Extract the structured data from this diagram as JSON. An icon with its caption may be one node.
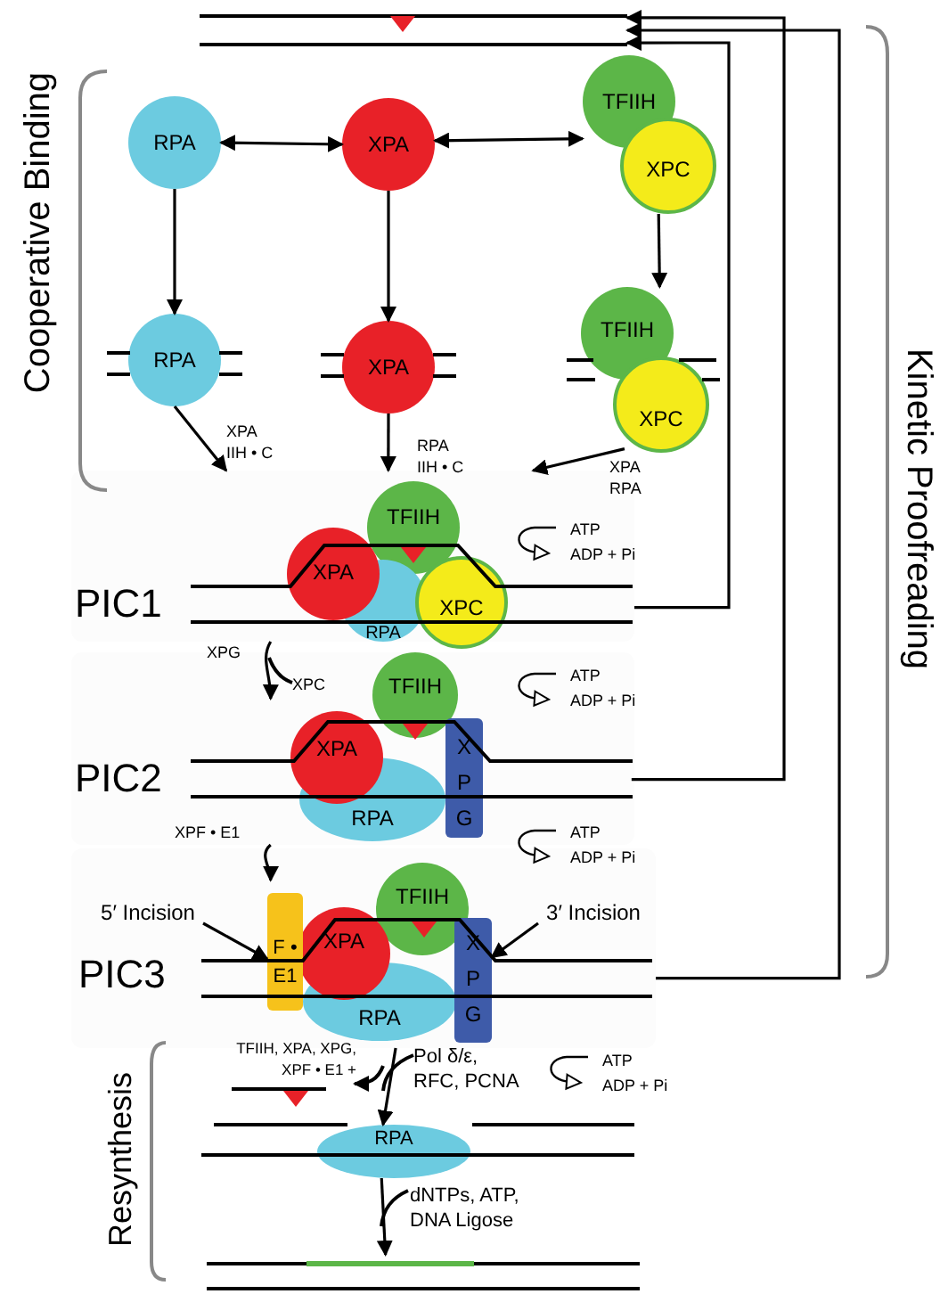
{
  "diagram": {
    "nodes": [
      {
        "text": [],
        "shape": "bar"
      },
      {
        "text": [
          "RPA"
        ]
      },
      {
        "text": [
          "XPA"
        ]
      },
      {
        "text": [
          "TFIIH"
        ]
      },
      {
        "text": [
          "XPC"
        ]
      },
      {
        "text": [
          "RPA"
        ]
      },
      {
        "text": [
          "XPA"
        ]
      },
      {
        "text": [
          "TFIIH"
        ]
      },
      {
        "text": [
          "XPC"
        ]
      },
      {
        "text": [
          "PIC1"
        ]
      },
      {
        "text": [
          "TFIIH"
        ],
        "in": 9
      },
      {
        "text": [
          "XPA"
        ],
        "in": 9
      },
      {
        "text": [
          "XPC"
        ],
        "in": 9
      },
      {
        "text": [
          "RPA"
        ],
        "in": 9
      },
      {
        "text": [
          "PIC2"
        ]
      },
      {
        "text": [
          "TFIIH"
        ],
        "in": 14
      },
      {
        "text": [
          "XPA"
        ],
        "in": 14
      },
      {
        "text": [
          "X P G"
        ],
        "in": 14
      },
      {
        "text": [
          "RPA"
        ],
        "in": 14
      },
      {
        "text": [
          "PIC3"
        ]
      },
      {
        "text": [
          "5′ Incision"
        ],
        "in": 19
      },
      {
        "text": [
          "3′ Incision"
        ],
        "in": 19
      },
      {
        "text": [
          "TFIIH"
        ],
        "in": 19
      },
      {
        "text": [
          "F • E1"
        ],
        "in": 19
      },
      {
        "text": [
          "XPA"
        ],
        "in": 19
      },
      {
        "text": [
          "X P G"
        ],
        "in": 19
      },
      {
        "text": [
          "RPA"
        ],
        "in": 19
      },
      {
        "text": [
          "RPA"
        ]
      },
      {
        "text": [],
        "shape": "bar"
      }
    ],
    "edges": [
      {
        "from": 1,
        "to": 2,
        "arrow": "both"
      },
      {
        "from": 2,
        "to": 3,
        "arrow": "both"
      },
      {
        "from": 1,
        "to": 5,
        "arrow": "to"
      },
      {
        "from": 2,
        "to": 6,
        "arrow": "to"
      },
      {
        "from": 4,
        "to": 7,
        "arrow": "to"
      },
      {
        "from": 5,
        "to": 9,
        "arrow": "to",
        "label": "XPA IIH • C"
      },
      {
        "from": 6,
        "to": 9,
        "arrow": "to",
        "label": "RPA IIH • C"
      },
      {
        "from": 8,
        "to": 9,
        "arrow": "to",
        "label": "XPA RPA"
      },
      {
        "from": 9,
        "to": 14,
        "arrow": "to"
      },
      {
        "from": 14,
        "to": 19,
        "arrow": "to",
        "label": "XPF • E1"
      },
      {
        "from": 20,
        "to": 23,
        "arrow": "to"
      },
      {
        "from": 21,
        "to": 25,
        "arrow": "to"
      },
      {
        "from": 19,
        "to": 27,
        "arrow": "to",
        "label": "Pol δ/ε, RFC, PCNA"
      },
      {
        "from": 27,
        "to": 28,
        "arrow": "to",
        "label": "dNTPs, ATP, DNA Ligose"
      },
      {
        "from": 9,
        "to": 0,
        "arrow": "to"
      },
      {
        "from": 14,
        "to": 0,
        "arrow": "to"
      },
      {
        "from": 19,
        "to": 0,
        "arrow": "to"
      }
    ],
    "labels": [
      "Cooperative Binding",
      "Kinetic Proofreading",
      "ATP",
      "ADP + Pi",
      "XPG",
      "XPC",
      "ATP",
      "ADP + Pi",
      "ATP",
      "ADP + Pi",
      "TFIIH, XPA, XPG, XPF • E1 +",
      "ATP",
      "ADP + Pi",
      "Resynthesis"
    ]
  }
}
